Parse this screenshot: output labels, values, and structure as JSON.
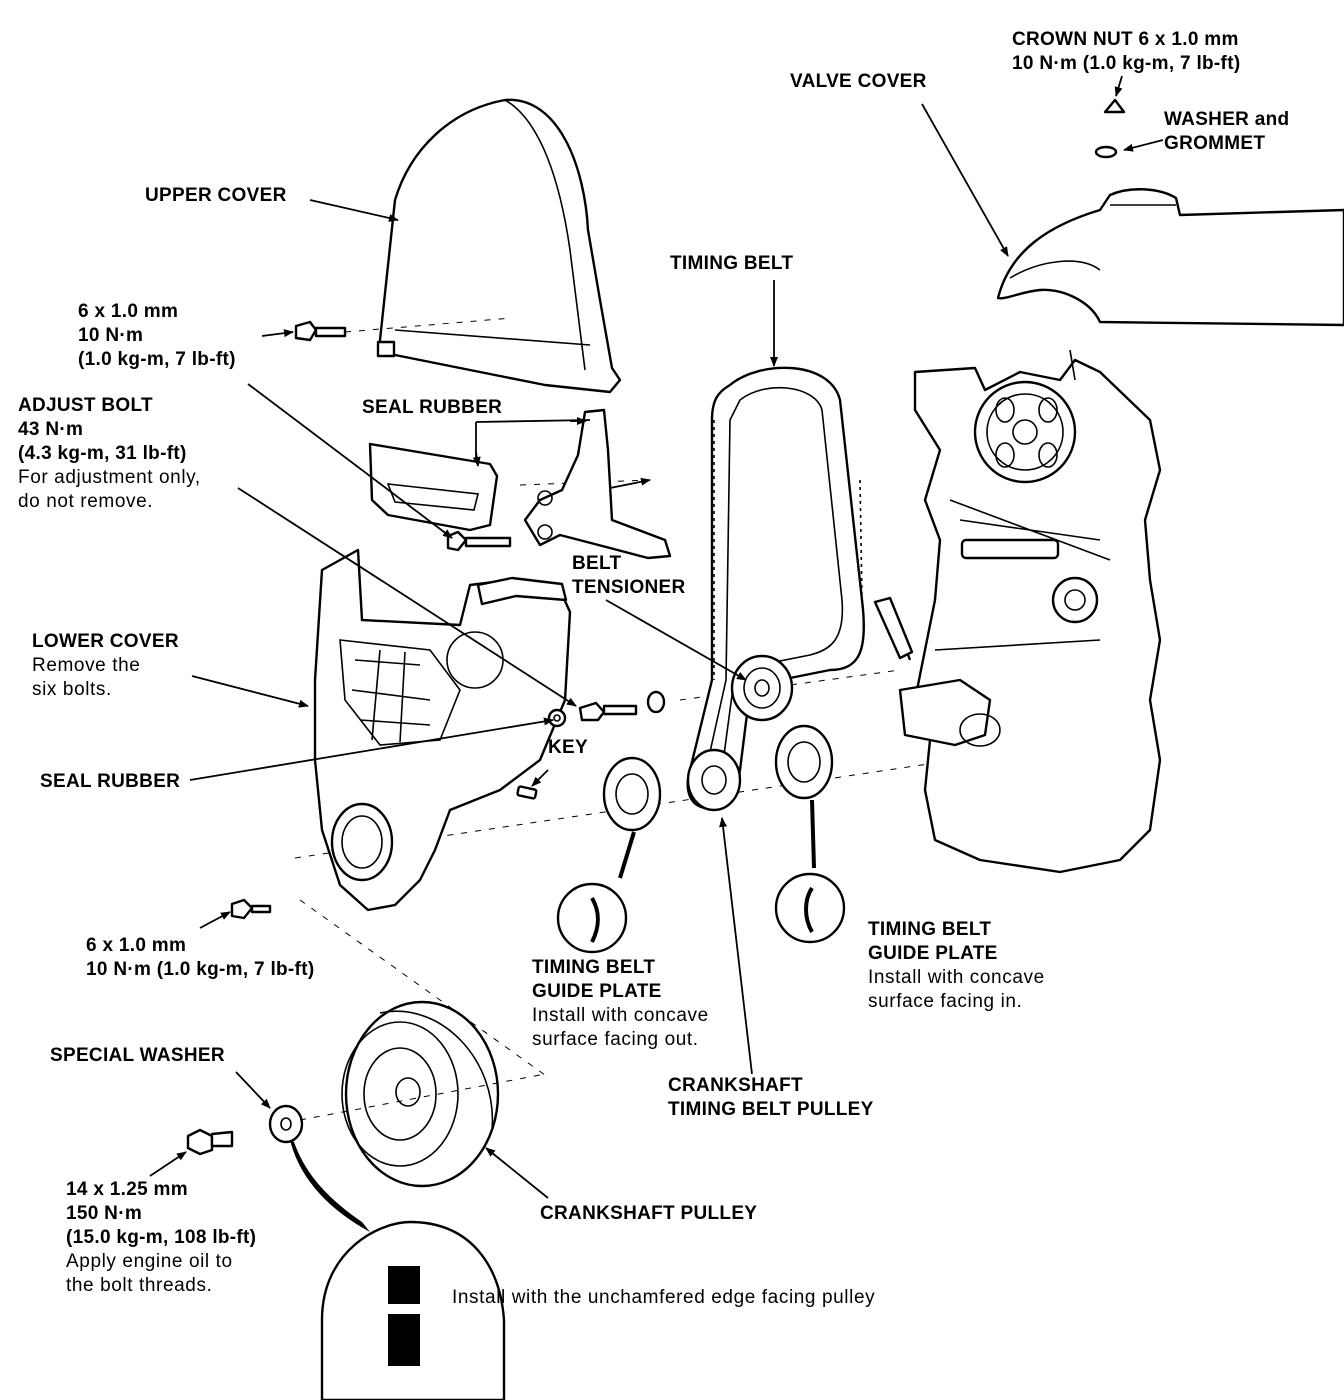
{
  "labels": {
    "crown_nut": [
      "CROWN NUT 6 x 1.0 mm",
      "10 N·m (1.0 kg-m, 7 lb-ft)"
    ],
    "valve_cover": "VALVE COVER",
    "washer_grommet": [
      "WASHER and",
      "GROMMET"
    ],
    "upper_cover": "UPPER COVER",
    "timing_belt": "TIMING BELT",
    "bolt_upper": [
      "6 x 1.0 mm",
      "10 N·m",
      "(1.0 kg-m, 7 lb-ft)"
    ],
    "adjust_bolt": {
      "title": [
        "ADJUST BOLT",
        "43 N·m",
        "(4.3 kg-m, 31 lb-ft)"
      ],
      "note": [
        "For adjustment only,",
        "do not remove."
      ]
    },
    "seal_rubber_top": "SEAL RUBBER",
    "belt_tensioner": [
      "BELT",
      "TENSIONER"
    ],
    "lower_cover": {
      "title": "LOWER COVER",
      "note": [
        "Remove the",
        "six bolts."
      ]
    },
    "key": "KEY",
    "seal_rubber_lower": "SEAL RUBBER",
    "bolt_lower": [
      "6 x 1.0 mm",
      "10 N·m (1.0 kg-m, 7 lb-ft)"
    ],
    "guide_plate_right": {
      "title": [
        "TIMING BELT",
        "GUIDE PLATE"
      ],
      "note": [
        "Install with concave",
        "surface facing in."
      ]
    },
    "guide_plate_left": {
      "title": [
        "TIMING BELT",
        "GUIDE PLATE"
      ],
      "note": [
        "Install with concave",
        "surface facing out."
      ]
    },
    "special_washer": "SPECIAL WASHER",
    "crankshaft_timing_pulley": [
      "CRANKSHAFT",
      "TIMING BELT PULLEY"
    ],
    "crankshaft_pulley": "CRANKSHAFT PULLEY",
    "crank_bolt": {
      "title": [
        "14 x 1.25 mm",
        "150 N·m",
        "(15.0 kg-m, 108 lb-ft)"
      ],
      "note": [
        "Apply engine oil to",
        "the bolt threads."
      ]
    },
    "washer_detail": "Install with the unchamfered edge facing pulley"
  }
}
